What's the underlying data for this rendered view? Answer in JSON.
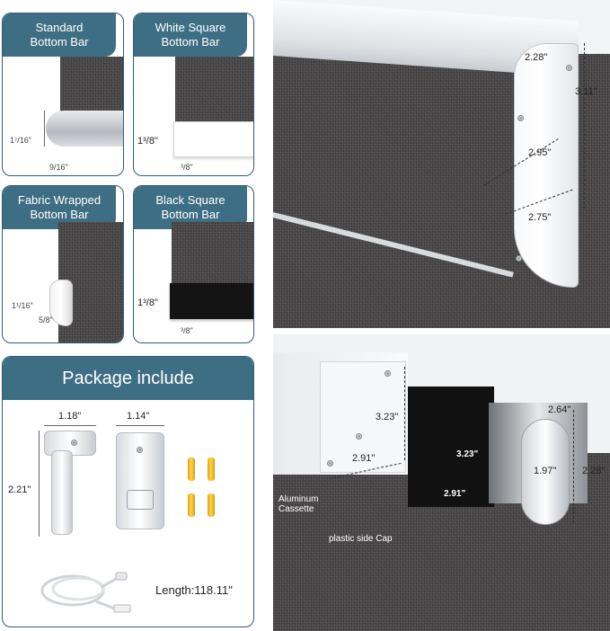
{
  "bottom_bars": [
    {
      "title": "Standard\nBottom Bar",
      "height_label": "1⁷/16\"",
      "depth_label": "9/16\""
    },
    {
      "title": "White Square\nBottom Bar",
      "height_label": "1³/8\"",
      "depth_label": "³/8\""
    },
    {
      "title": "Fabric Wrapped\nBottom Bar",
      "height_label": "1¹/16\"",
      "depth_label": "5/8\""
    },
    {
      "title": "Black Square\nBottom Bar",
      "height_label": "1³/8\"",
      "depth_label": "³/8\""
    }
  ],
  "package": {
    "title": "Package include",
    "bracket_left_width": "1.18\"",
    "bracket_left_height": "2.21\"",
    "bracket_right_width": "1.14\"",
    "cable_length": "Length:118.11\""
  },
  "cassette_large": {
    "width_top": "2.28\"",
    "height_right": "3.11\"",
    "depth_mid": "2.95\"",
    "depth_bottom": "2.75\""
  },
  "cassette_detail": {
    "white_height": "3.23\"",
    "white_depth": "2.91\"",
    "black_height": "3.23\"",
    "black_depth": "2.91\"",
    "roller_width": "2.64\"",
    "roller_inner": "1.97\"",
    "roller_height": "2.28\"",
    "label_aluminum": "Aluminum\nCassette",
    "label_plastic": "plastic side Cap"
  },
  "colors": {
    "accent": "#3e6e84",
    "border": "#2f5e73",
    "fabric": "#4a4848",
    "anchor": "#f2b61c"
  }
}
